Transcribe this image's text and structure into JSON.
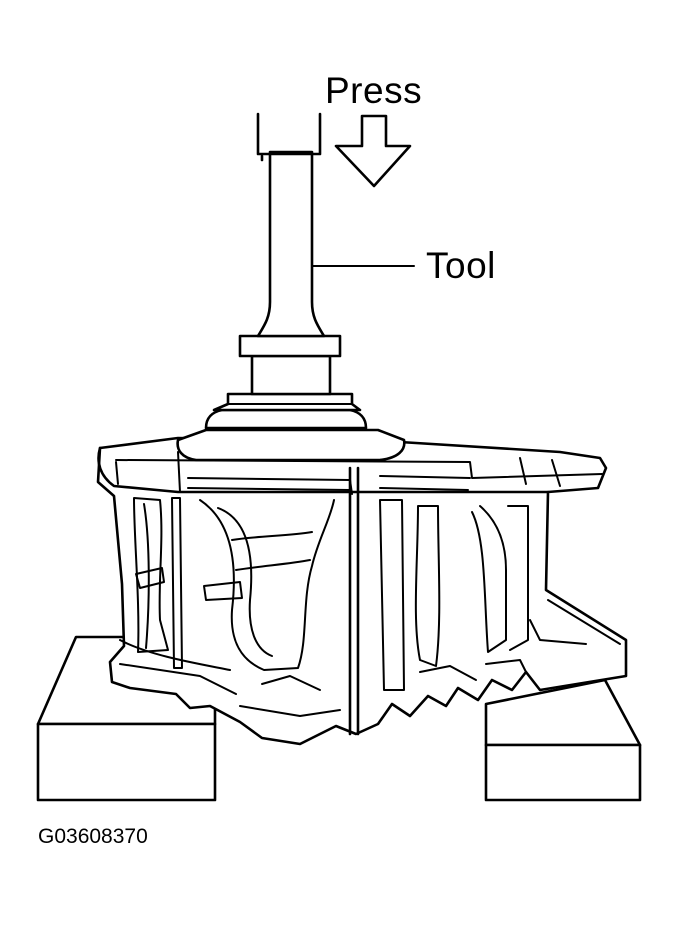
{
  "labels": {
    "press": "Press",
    "tool": "Tool",
    "figure_code": "G03608370"
  },
  "colors": {
    "line": "#000000",
    "background": "#ffffff"
  },
  "icons": {
    "press_direction": "down-arrow-icon"
  }
}
